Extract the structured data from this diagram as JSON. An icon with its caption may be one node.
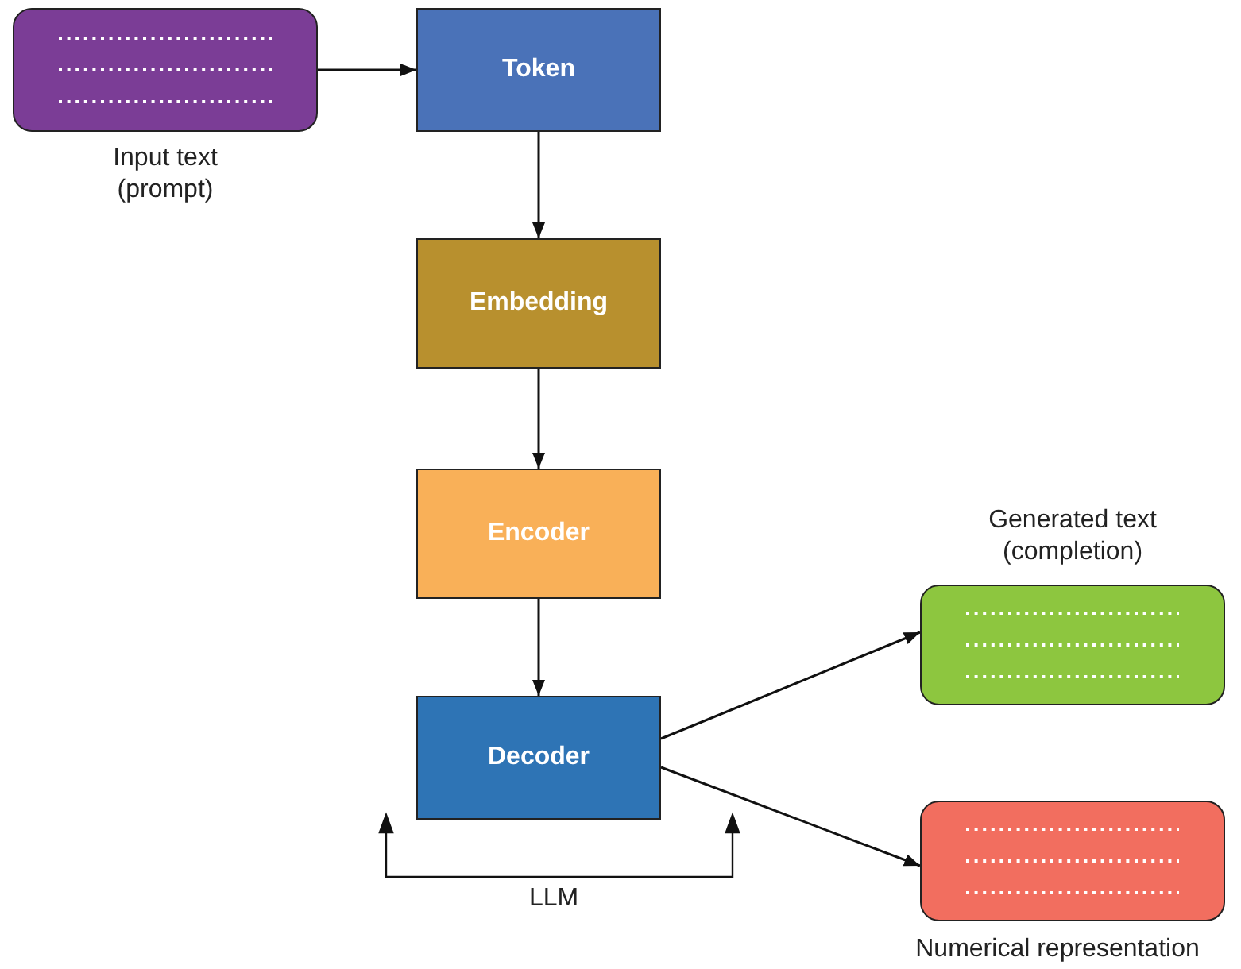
{
  "diagram": {
    "nodes": [
      {
        "text": [],
        "shape": "box",
        "beside": [
          "Input text (prompt)"
        ]
      },
      {
        "text": [
          "Token"
        ]
      },
      {
        "text": [
          "Embedding"
        ]
      },
      {
        "text": [
          "Encoder"
        ]
      },
      {
        "text": [
          "Decoder"
        ]
      },
      {
        "text": [],
        "shape": "box",
        "beside": [
          "Generated text (completion)"
        ]
      },
      {
        "text": [],
        "shape": "box",
        "beside": [
          "Numerical representation"
        ]
      }
    ],
    "edges": [
      {
        "from": 0,
        "to": 1,
        "arrow": "to"
      },
      {
        "from": 1,
        "to": 2,
        "arrow": "to"
      },
      {
        "from": 2,
        "to": 3,
        "arrow": "to"
      },
      {
        "from": 3,
        "to": 4,
        "arrow": "to"
      },
      {
        "from": 4,
        "to": 5,
        "arrow": "to"
      },
      {
        "from": 4,
        "to": 6,
        "arrow": "to"
      }
    ],
    "labels": [
      "LLM"
    ]
  }
}
